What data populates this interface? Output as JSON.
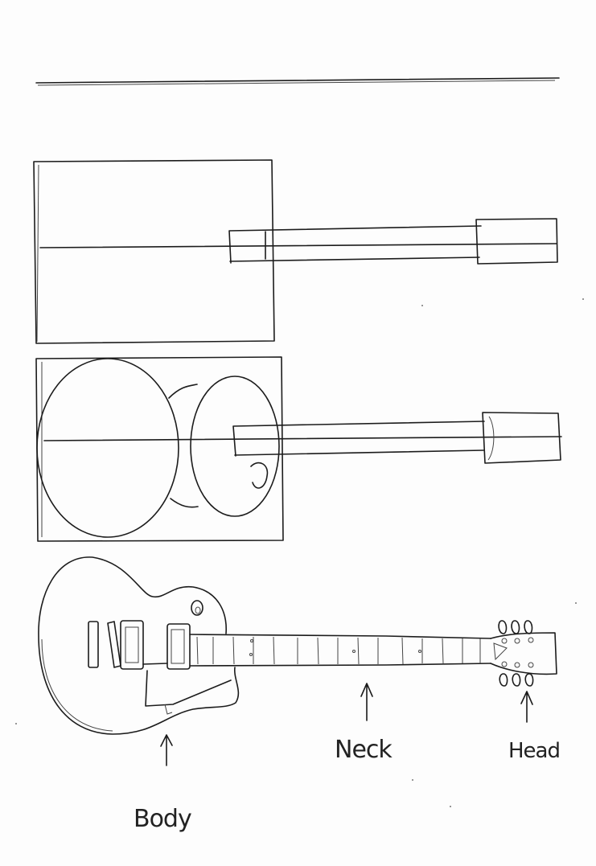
{
  "labels": {
    "body": "Body",
    "neck": "Neck",
    "head": "Head"
  },
  "colors": {
    "paper": "#fdfdfd",
    "pencil": "#1c1c1c"
  }
}
